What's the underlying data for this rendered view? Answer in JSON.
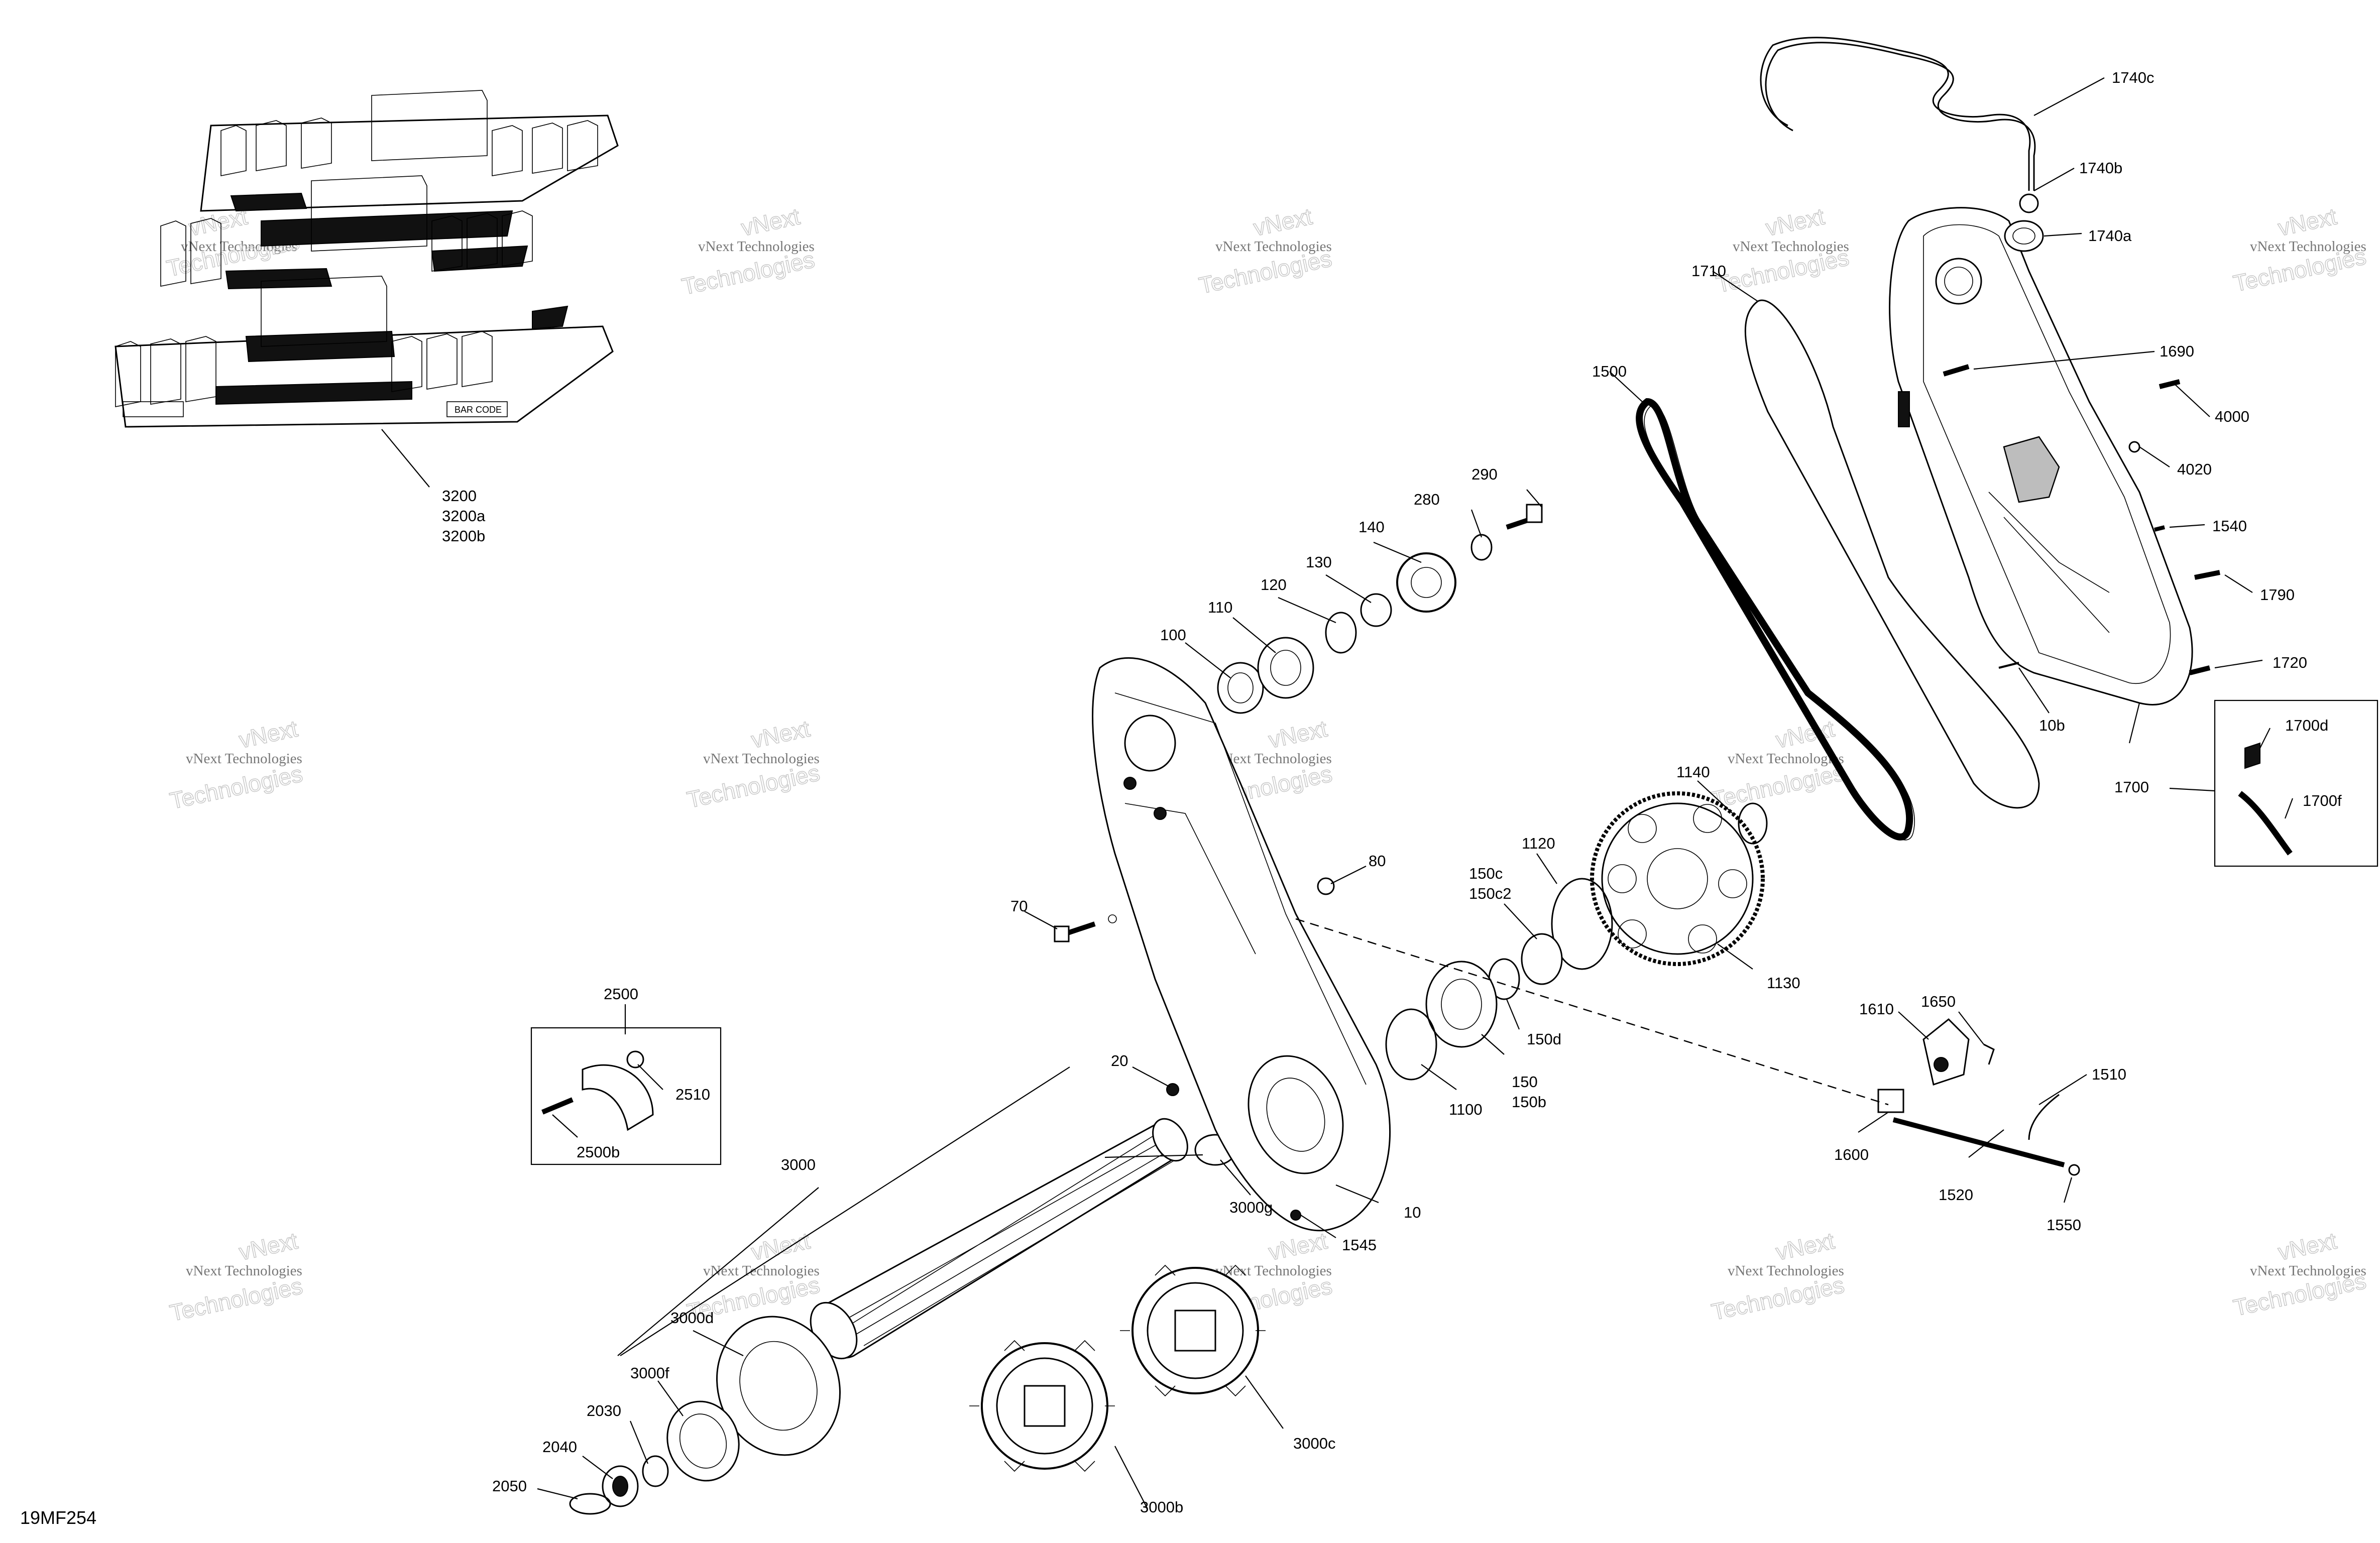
{
  "drawing_ref": "19MF254",
  "watermark": {
    "line1": "vNext",
    "line2": "vNext Technologies",
    "line3": "Technologies"
  },
  "callouts": {
    "c3200": "3200",
    "c3200a": "3200a",
    "c3200b": "3200b",
    "c290": "290",
    "c280": "280",
    "c140": "140",
    "c130": "130",
    "c120": "120",
    "c110": "110",
    "c100": "100",
    "c80": "80",
    "c70": "70",
    "c20": "20",
    "c10": "10",
    "c1545": "1545",
    "c3000": "3000",
    "c3000g": "3000g",
    "c3000d": "3000d",
    "c3000f": "3000f",
    "c3000b": "3000b",
    "c3000c": "3000c",
    "c2030": "2030",
    "c2040": "2040",
    "c2050": "2050",
    "c2500": "2500",
    "c2510": "2510",
    "c2500b": "2500b",
    "c1100": "1100",
    "c150": "150",
    "c150b": "150b",
    "c150d": "150d",
    "c150c": "150c",
    "c150c2": "150c2",
    "c1120": "1120",
    "c1140": "1140",
    "c1130": "1130",
    "c1500": "1500",
    "c1710": "1710",
    "c1740c": "1740c",
    "c1740b": "1740b",
    "c1740a": "1740a",
    "c1690": "1690",
    "c4000": "4000",
    "c4020": "4020",
    "c1540": "1540",
    "c1790": "1790",
    "c1720": "1720",
    "c10b": "10b",
    "c1700": "1700",
    "c1700d": "1700d",
    "c1700f": "1700f",
    "c1610": "1610",
    "c1650": "1650",
    "c1510": "1510",
    "c1600": "1600",
    "c1520": "1520",
    "c1550": "1550"
  }
}
